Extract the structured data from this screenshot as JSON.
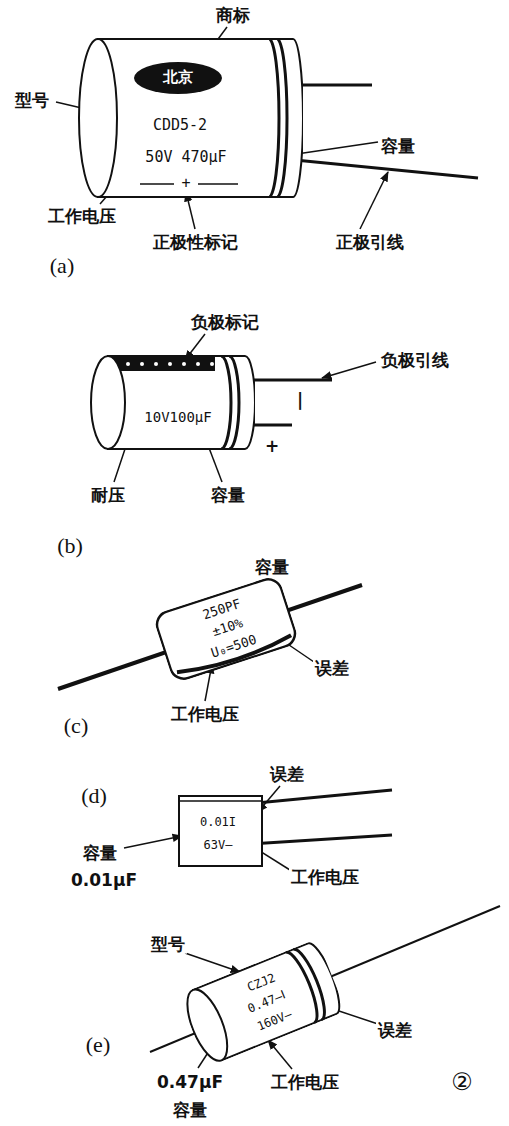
{
  "diagram": {
    "nodes": [
      {
        "text": [
          "北京",
          "CDD5-2",
          "50V 470μF",
          "+"
        ]
      },
      {
        "text": [
          "10V100μF"
        ]
      },
      {
        "text": [
          "250PF",
          "±10%",
          "U₀=500"
        ]
      },
      {
        "text": [
          "0.01I",
          "63V—"
        ]
      },
      {
        "text": [
          "CZJ2",
          "0.47—Ⅰ",
          "160V—"
        ]
      }
    ],
    "labels": [
      "商标",
      "型号",
      "容量",
      "工作电压",
      "正极性标记",
      "正极引线",
      "(a)",
      "负极标记",
      "负极引线",
      "|",
      "+",
      "耐压",
      "容量",
      "(b)",
      "容量",
      "误差",
      "工作电压",
      "(c)",
      "(d)",
      "误差",
      "容量",
      "0.01μF",
      "工作电压",
      "型号",
      "误差",
      "工作电压",
      "0.47μF",
      "容量",
      "(e)",
      "②"
    ]
  }
}
